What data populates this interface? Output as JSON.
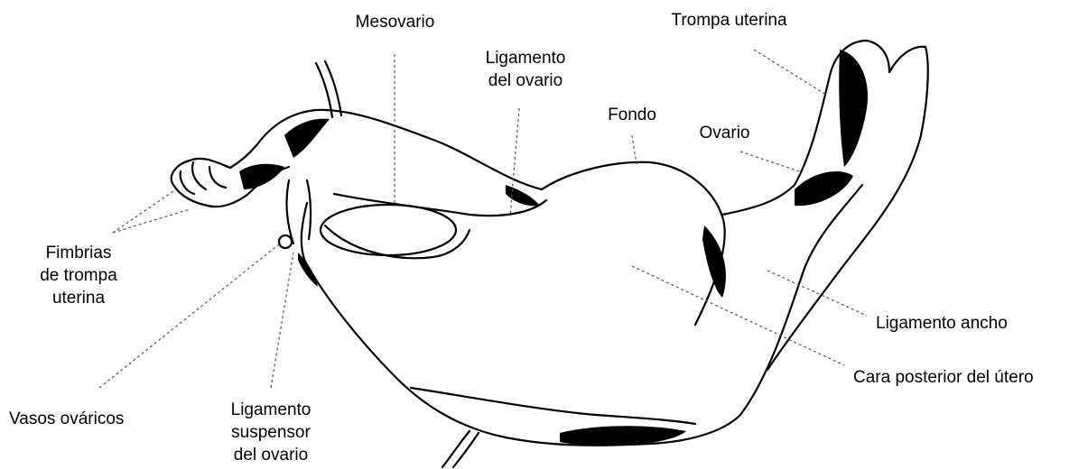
{
  "diagram": {
    "labels": {
      "mesovario": [
        "Mesovario"
      ],
      "trompa_uterina": [
        "Trompa uterina"
      ],
      "ligamento_ovario": [
        "Ligamento",
        "del ovario"
      ],
      "fondo": [
        "Fondo"
      ],
      "ovario": [
        "Ovario"
      ],
      "fimbrias": [
        "Fimbrias",
        "de trompa",
        "uterina"
      ],
      "ligamento_ancho": [
        "Ligamento ancho"
      ],
      "cara_posterior": [
        "Cara posterior del útero"
      ],
      "vasos_ovaricos": [
        "Vasos ováricos"
      ],
      "ligamento_suspensor": [
        "Ligamento",
        "suspensor",
        "del ovario"
      ]
    }
  }
}
